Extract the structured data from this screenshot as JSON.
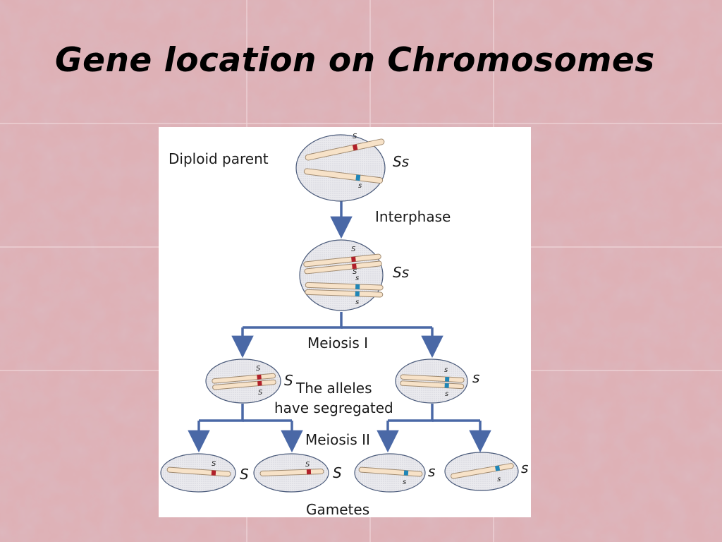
{
  "slide": {
    "title": "Gene location on Chromosomes"
  },
  "diagram": {
    "labels": {
      "diploid_parent": "Diploid parent",
      "interphase": "Interphase",
      "meiosis_1": "Meiosis I",
      "alleles_line1": "The alleles",
      "alleles_line2": "have segregated",
      "meiosis_2": "Meiosis II",
      "gametes": "Gametes"
    },
    "genotypes": {
      "parent": "Ss",
      "interphase": "Ss",
      "meiosis1_left": "S",
      "meiosis1_right": "s",
      "gamete_1": "S",
      "gamete_2": "S",
      "gamete_3": "s",
      "gamete_4": "s"
    },
    "alleles": {
      "dominant": "S",
      "recessive": "s"
    },
    "colors": {
      "dominant_band": "#b0202a",
      "recessive_band": "#1f86b8",
      "arrow": "#4a68a6",
      "chromosome": "#f7e2c8"
    }
  }
}
